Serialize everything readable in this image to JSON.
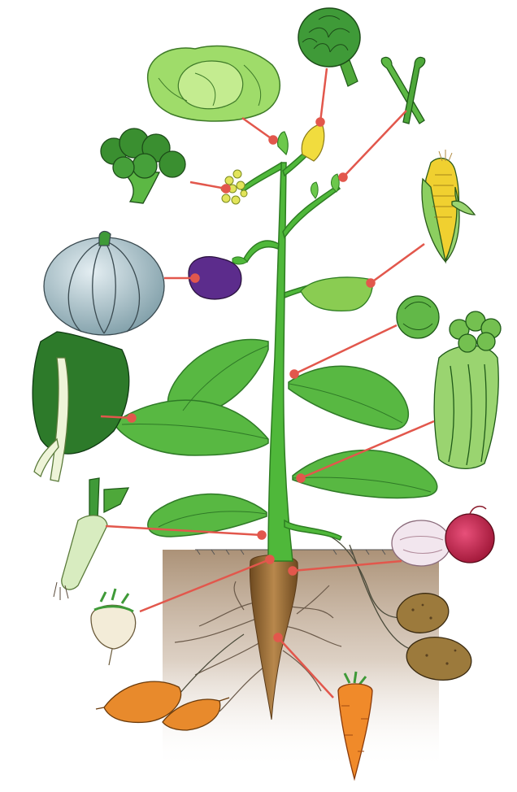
{
  "colors": {
    "stem": "#4fb83a",
    "stem_dark": "#2e7d22",
    "leaf": "#58b842",
    "leaf_dark": "#2f7a27",
    "connector": "#e2574c",
    "soil_top": "#a78c70",
    "soil_bottom": "#ffffff",
    "root": "#8a5a2b"
  },
  "parts": [
    {
      "name": "cabbage",
      "icon": "cabbage-icon"
    },
    {
      "name": "artichoke",
      "icon": "artichoke-icon"
    },
    {
      "name": "asparagus",
      "icon": "asparagus-icon"
    },
    {
      "name": "broccoli",
      "icon": "broccoli-icon"
    },
    {
      "name": "corn",
      "icon": "corn-icon"
    },
    {
      "name": "pumpkin",
      "icon": "pumpkin-icon"
    },
    {
      "name": "eggplant",
      "icon": "eggplant-icon"
    },
    {
      "name": "brussels-sprout",
      "icon": "brussels-sprout-icon"
    },
    {
      "name": "chard",
      "icon": "chard-icon"
    },
    {
      "name": "celery",
      "icon": "celery-icon"
    },
    {
      "name": "leek",
      "icon": "leek-icon"
    },
    {
      "name": "onion",
      "icon": "onion-icon"
    },
    {
      "name": "turnip",
      "icon": "turnip-icon"
    },
    {
      "name": "potato",
      "icon": "potato-icon"
    },
    {
      "name": "sweet-potato",
      "icon": "sweet-potato-icon"
    },
    {
      "name": "carrot",
      "icon": "carrot-icon"
    }
  ]
}
